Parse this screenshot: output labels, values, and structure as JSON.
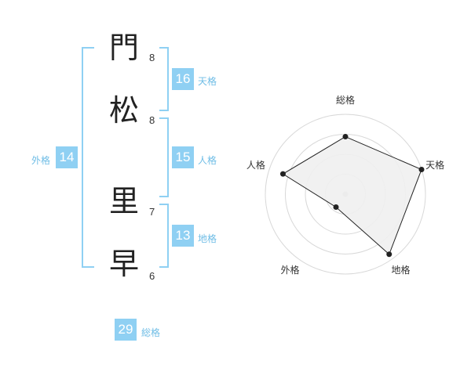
{
  "name_chars": [
    {
      "char": "門",
      "strokes": "8"
    },
    {
      "char": "松",
      "strokes": "8"
    },
    {
      "char": "里",
      "strokes": "7"
    },
    {
      "char": "早",
      "strokes": "6"
    }
  ],
  "kakusu": {
    "tenkaku": {
      "value": "16",
      "label": "天格"
    },
    "jinkaku": {
      "value": "15",
      "label": "人格"
    },
    "chikaku": {
      "value": "13",
      "label": "地格"
    },
    "gaikaku": {
      "value": "14",
      "label": "外格"
    },
    "soukaku": {
      "value": "29",
      "label": "総格"
    }
  },
  "colors": {
    "accent": "#8fd0f3",
    "accent_text": "#6fbde6",
    "radar_fill": "#f0f0f0",
    "radar_line": "#222222"
  },
  "chart_data": {
    "type": "radar",
    "axes": [
      "総格",
      "天格",
      "地格",
      "外格",
      "人格"
    ],
    "values": [
      0.72,
      1.0,
      0.93,
      0.2,
      0.82
    ],
    "scale_rings": 4
  }
}
